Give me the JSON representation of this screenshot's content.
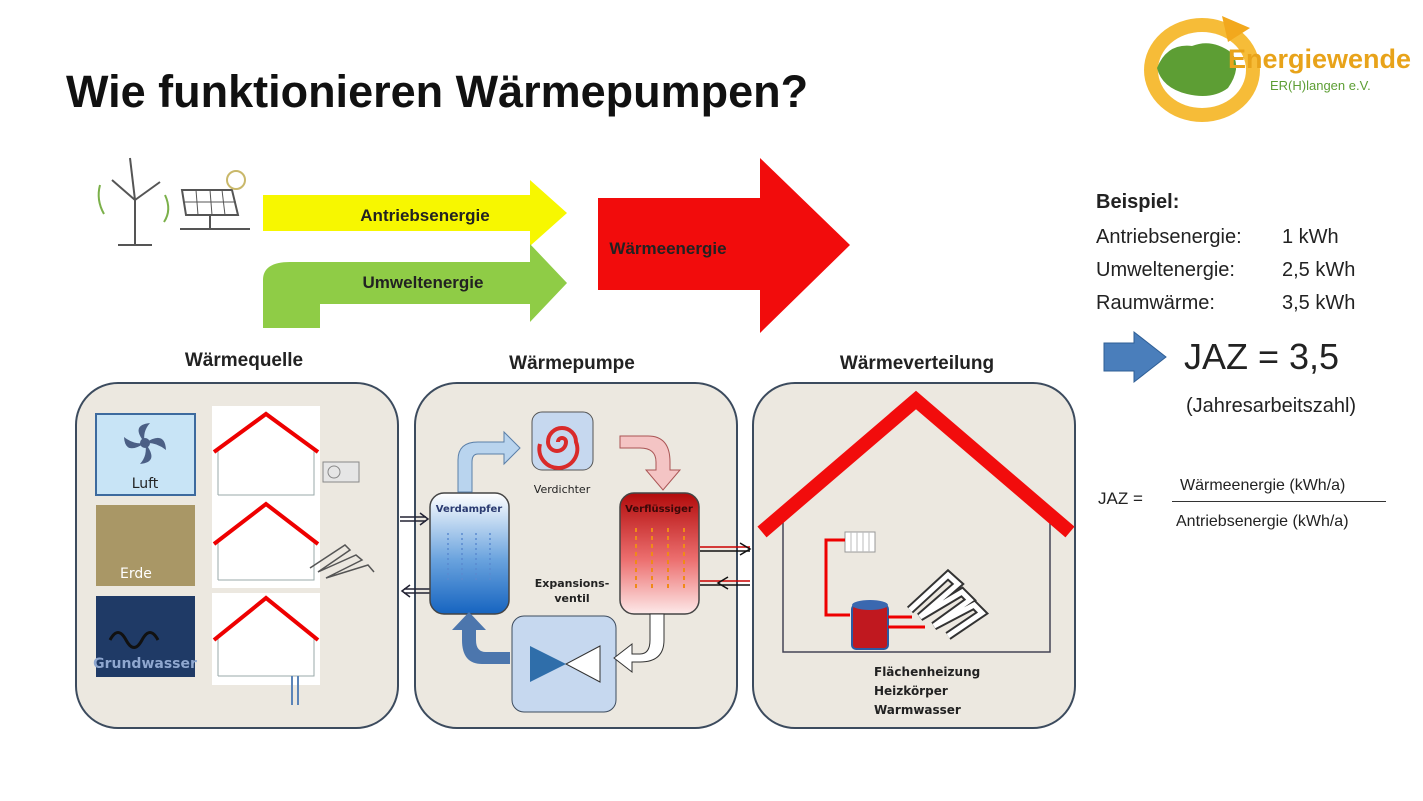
{
  "title": "Wie funktionieren Wärmepumpen?",
  "logo": {
    "name": "Energiewende",
    "sub": "ER(H)langen e.V.",
    "color": "#e8a31a"
  },
  "arrows": {
    "drive": "Antriebsenergie",
    "environment": "Umweltenergie",
    "heat": "Wärmeenergie"
  },
  "sections": {
    "source": "Wärmequelle",
    "pump": "Wärmepumpe",
    "distribution": "Wärmeverteilung"
  },
  "sources": [
    "Luft",
    "Erde",
    "Grundwasser"
  ],
  "pump_parts": {
    "evaporator": "Verdampfer",
    "compressor": "Verdichter",
    "condenser": "Verflüssiger",
    "valve_line1": "Expansions-",
    "valve_line2": "ventil"
  },
  "distribution_items": [
    "Flächenheizung",
    "Heizkörper",
    "Warmwasser"
  ],
  "example": {
    "heading": "Beispiel:",
    "rows": [
      {
        "label": "Antriebsenergie:",
        "value": "1 kWh"
      },
      {
        "label": "Umweltenergie:",
        "value": "2,5 kWh"
      },
      {
        "label": "Raumwärme:",
        "value": "3,5 kWh"
      }
    ],
    "jaz": "JAZ = 3,5",
    "jaz_sub": "(Jahresarbeitszahl)"
  },
  "formula": {
    "lhs": "JAZ =",
    "numerator": "Wärmeenergie (kWh/a)",
    "denominator": "Antriebsenergie (kWh/a)"
  },
  "colors": {
    "yellow": "#f7f700",
    "green": "#8fcc46",
    "red": "#f20c0c",
    "panel": "#ece8e0",
    "blue_arrow": "#4a7ebb"
  }
}
